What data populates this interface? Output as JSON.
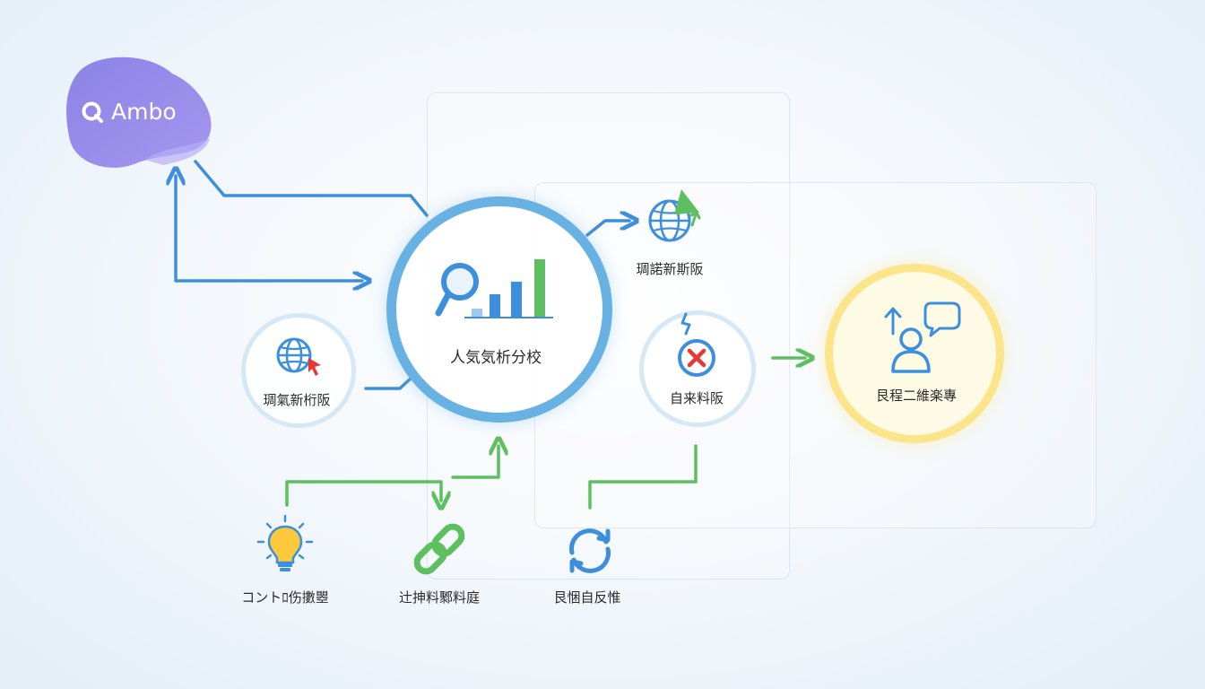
{
  "brand": {
    "name": "Ambo"
  },
  "nodes": {
    "center": "人気気析分校",
    "globe_top": "琱諾新斯阪",
    "globe_left": "琱氣新桁阪",
    "error": "自来料阪",
    "user": "艮程二維楽專",
    "idea": "コントﾛ伤擻瞾",
    "link": "辻抻料鄹料庭",
    "refresh": "艮悃自反惟"
  },
  "colors": {
    "blue": "#3d8fdc",
    "light_blue": "#68b1e3",
    "green": "#5dbf5f",
    "purple": "#8b7ee0",
    "yellow": "#fbe48a",
    "red": "#e53935",
    "bulb": "#fcc93c"
  }
}
